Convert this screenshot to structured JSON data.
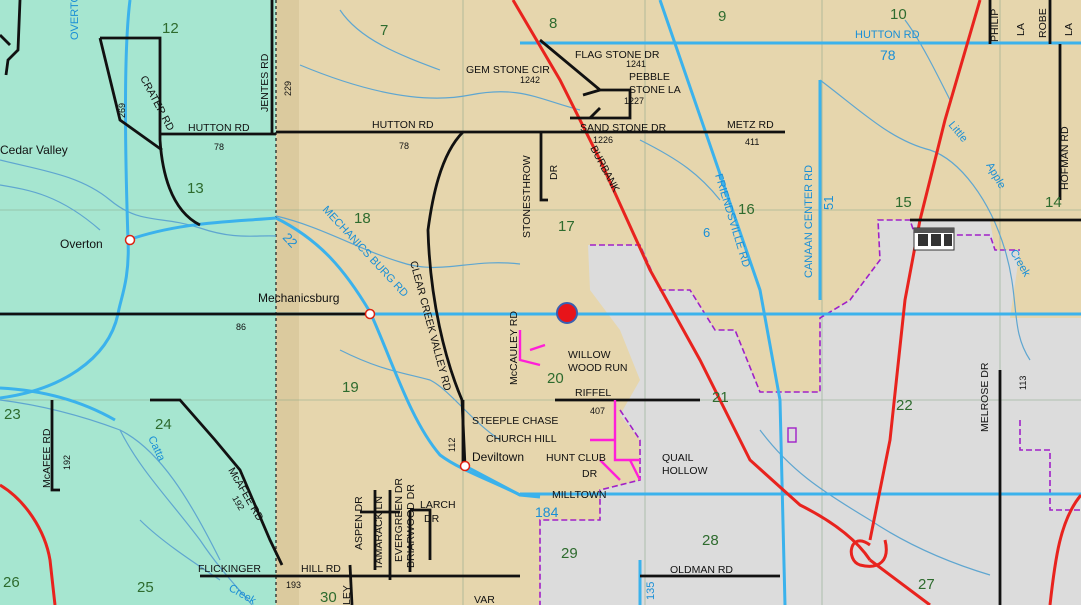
{
  "map": {
    "colors": {
      "township_west": "#a6e6d0",
      "township_mid": "#e6d6ad",
      "municipal": "#dcdcdc",
      "main_road": "#111111",
      "state_route": "#3bb2ec",
      "interstate": "#e8231e",
      "creek": "#5fa6d0",
      "boundary": "#a020c8",
      "subdivision": "#ff1fd8",
      "marker": "#e8141a"
    },
    "sections": [
      "12",
      "7",
      "8",
      "9",
      "10",
      "13",
      "18",
      "17",
      "16",
      "15",
      "14",
      "19",
      "20",
      "21",
      "22",
      "23",
      "24",
      "28",
      "29",
      "25",
      "30",
      "27",
      "26"
    ],
    "places": {
      "cedar_valley": "Cedar Valley",
      "overton": "Overton",
      "mechanicsburg": "Mechanicsburg",
      "deviltown": "Deviltown"
    },
    "roads": {
      "overton": "OVERTO",
      "crater": "CRATER RD",
      "jentes": "JENTES RD",
      "hutton_w": "HUTTON RD",
      "hutton_c": "HUTTON RD",
      "hutton_e": "HUTTON RD",
      "metz": "METZ RD",
      "flag_stone": "FLAG STONE DR",
      "gem_stone": "GEM STONE CIR",
      "pebble_1": "PEBBLE",
      "pebble_2": "STONE LA",
      "sand_stone": "SAND STONE DR",
      "stonesthrow": "STONESTHROW",
      "stonesthrow_dr": "DR",
      "burbank": "BURBANK",
      "friendsville": "FRIENDSVILLE RD",
      "canaan": "CANAAN CENTER RD",
      "hofman": "HOFMAN RD",
      "philip": "PHILIP",
      "philip_la": "LA",
      "robe": "ROBE",
      "robe_la": "LA",
      "mechanics_burg": "MECHANICS BURG RD",
      "clear_creek": "CLEAR CREEK VALLEY RD",
      "mccauley": "McCAULEY RD",
      "willow_1": "WILLOW",
      "willow_2": "WOOD RUN",
      "riffel": "RIFFEL",
      "steeple": "STEEPLE CHASE",
      "church": "CHURCH HILL",
      "hunt_club": "HUNT CLUB",
      "hunt_dr": "DR",
      "quail_1": "QUAIL",
      "quail_2": "HOLLOW",
      "milltown": "MILLTOWN",
      "mcafee_v": "McAFEE RD",
      "mcafee_d": "McAFEE RD",
      "aspen": "ASPEN DR",
      "tamarack": "TAMARACK LN",
      "evergreen": "EVERGREEN DR",
      "briarwood": "BRIARWOOD DR",
      "larch_1": "LARCH",
      "larch_2": "DR",
      "flickinger": "FLICKINGER",
      "hill_rd": "HILL RD",
      "oldman": "OLDMAN RD",
      "melrose": "MELROSE DR",
      "vari": "VAR",
      "ley": "LEY",
      "little": "Little",
      "apple": "Apple",
      "creek_e": "Creek",
      "creek_sw": "Creek",
      "cattle": "Catta"
    },
    "route_numbers": {
      "r229": "229",
      "r269": "269",
      "r78w": "78",
      "r78c": "78",
      "r78e": "78",
      "r411": "411",
      "r1241": "1241",
      "r1242": "1242",
      "r1227": "1227",
      "r1226": "1226",
      "r22": "22",
      "r86": "86",
      "r6": "6",
      "r51": "51",
      "r112": "112",
      "r407": "407",
      "r184": "184",
      "r192a": "192",
      "r192b": "192",
      "r113": "113",
      "r193": "193",
      "r135": "135"
    }
  }
}
